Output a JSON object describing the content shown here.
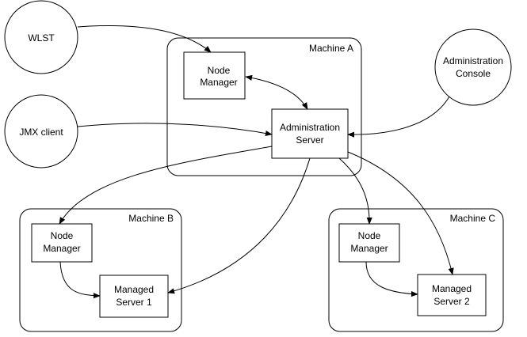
{
  "diagram": {
    "containers": {
      "machine_a": {
        "label": "Machine A"
      },
      "machine_b": {
        "label": "Machine B"
      },
      "machine_c": {
        "label": "Machine C"
      }
    },
    "external": {
      "wlst": {
        "label": "WLST"
      },
      "jmx": {
        "label": "JMX client"
      },
      "console": {
        "line1": "Administration",
        "line2": "Console"
      }
    },
    "nodes": {
      "nm_a": {
        "line1": "Node",
        "line2": "Manager"
      },
      "admin": {
        "line1": "Administration",
        "line2": "Server"
      },
      "nm_b": {
        "line1": "Node",
        "line2": "Manager"
      },
      "ms1": {
        "line1": "Managed",
        "line2": "Server 1"
      },
      "nm_c": {
        "line1": "Node",
        "line2": "Manager"
      },
      "ms2": {
        "line1": "Managed",
        "line2": "Server 2"
      }
    },
    "colors": {
      "stroke": "#000000",
      "fill": "#ffffff",
      "text": "#000000"
    }
  }
}
